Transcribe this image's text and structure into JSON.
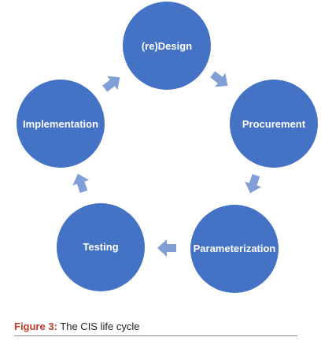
{
  "diagram": {
    "type": "cycle",
    "stages": [
      {
        "id": "redesign",
        "label": "(re)Design"
      },
      {
        "id": "procurement",
        "label": "Procurement"
      },
      {
        "id": "parameterization",
        "label": "Parameterization"
      },
      {
        "id": "testing",
        "label": "Testing"
      },
      {
        "id": "implementation",
        "label": "Implementation"
      }
    ],
    "flow": [
      [
        "redesign",
        "procurement"
      ],
      [
        "procurement",
        "parameterization"
      ],
      [
        "parameterization",
        "testing"
      ],
      [
        "testing",
        "implementation"
      ],
      [
        "implementation",
        "redesign"
      ]
    ],
    "colors": {
      "node": "#4472c4",
      "arrow": "#7f9fd6",
      "node_text": "#ffffff"
    }
  },
  "caption": {
    "label": "Figure 3:",
    "text": "The CIS life cycle"
  }
}
